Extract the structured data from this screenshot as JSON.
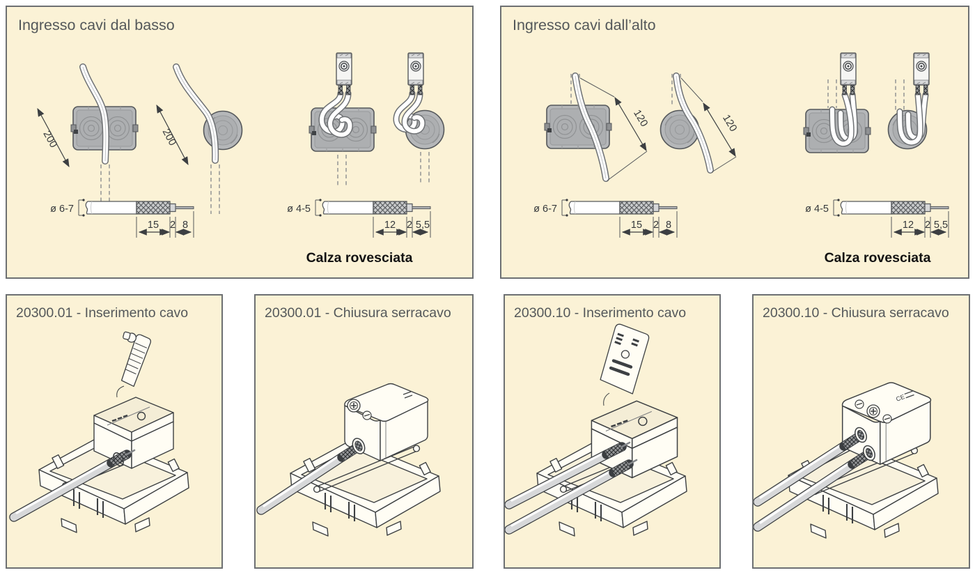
{
  "colors": {
    "panel_bg": "#FBF2D6",
    "panel_border": "#6d7072",
    "title_text": "#54585a",
    "line_art": "#3d4043",
    "box_gray": "#b5b7b9"
  },
  "panels": {
    "bottom_entry": {
      "title": "Ingresso cavi dal basso",
      "dim_rect": "200",
      "dim_round": "200",
      "coax_large": {
        "diameter": "ø 6-7",
        "braid_len": "15",
        "ferrule_len": "2",
        "pin_len": "8"
      },
      "coax_small": {
        "diameter": "ø 4-5",
        "braid_len": "12",
        "ferrule_len": "2",
        "pin_len": "5,5",
        "caption": "Calza rovesciata"
      }
    },
    "top_entry": {
      "title": "Ingresso cavi dall’alto",
      "dim_rect": "120",
      "dim_round": "120",
      "coax_large": {
        "diameter": "ø 6-7",
        "braid_len": "15",
        "ferrule_len": "2",
        "pin_len": "8"
      },
      "coax_small": {
        "diameter": "ø 4-5",
        "braid_len": "12",
        "ferrule_len": "2",
        "pin_len": "5,5",
        "caption": "Calza rovesciata"
      }
    },
    "steps": [
      {
        "title": "20300.01 - Inserimento cavo"
      },
      {
        "title": "20300.01 - Chiusura serracavo"
      },
      {
        "title": "20300.10 - Inserimento cavo"
      },
      {
        "title": "20300.10 - Chiusura serracavo"
      }
    ],
    "marks": {
      "ce": "CE"
    }
  }
}
